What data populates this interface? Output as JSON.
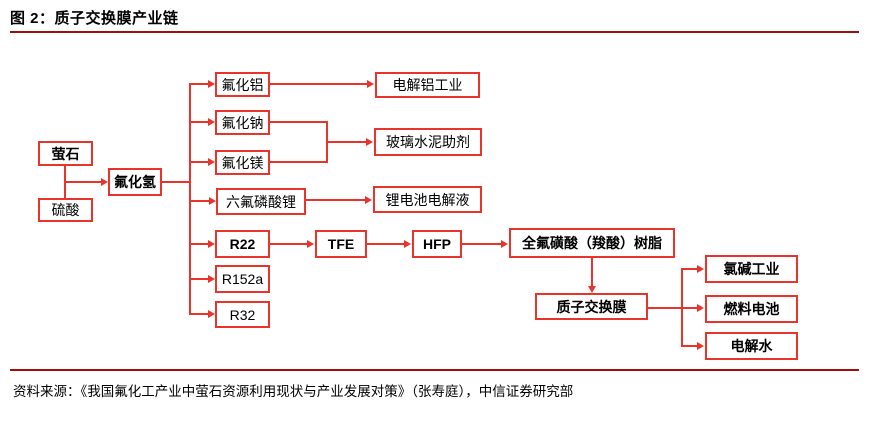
{
  "figure": {
    "title": "图 2：质子交换膜产业链",
    "source": "资料来源：《我国氟化工产业中萤石资源利用现状与产业发展对策》（张寿庭），中信证券研究部"
  },
  "colors": {
    "accent_red": "#e8342b",
    "rule_red": "#a00e0e",
    "text_black": "#000000"
  },
  "nodes": {
    "fluorite": {
      "label": "萤石",
      "bold": true
    },
    "sulfuric_acid": {
      "label": "硫酸",
      "bold": false
    },
    "hydrogen_fluoride": {
      "label": "氟化氢",
      "bold": true
    },
    "aluminum_fluoride": {
      "label": "氟化铝",
      "bold": false
    },
    "sodium_fluoride": {
      "label": "氟化钠",
      "bold": false
    },
    "magnesium_fluoride": {
      "label": "氟化镁",
      "bold": false
    },
    "lithium_hexafluorophosphate": {
      "label": "六氟磷酸锂",
      "bold": false
    },
    "r22": {
      "label": "R22",
      "bold": true
    },
    "r152a": {
      "label": "R152a",
      "bold": false
    },
    "r32": {
      "label": "R32",
      "bold": false
    },
    "electrolytic_aluminum_industry": {
      "label": "电解铝工业",
      "bold": false
    },
    "glass_cement_additive": {
      "label": "玻璃水泥助剂",
      "bold": false
    },
    "lithium_battery_electrolyte": {
      "label": "锂电池电解液",
      "bold": false
    },
    "tfe": {
      "label": "TFE",
      "bold": true
    },
    "hfp": {
      "label": "HFP",
      "bold": true
    },
    "pfsa_resin": {
      "label": "全氟磺酸（羧酸）树脂",
      "bold": true
    },
    "proton_exchange_membrane": {
      "label": "质子交换膜",
      "bold": true
    },
    "chlor_alkali_industry": {
      "label": "氯碱工业",
      "bold": true
    },
    "fuel_cell": {
      "label": "燃料电池",
      "bold": true
    },
    "water_electrolysis": {
      "label": "电解水",
      "bold": true
    }
  },
  "edges": [
    {
      "from": "萤石",
      "to": "氟化氢"
    },
    {
      "from": "硫酸",
      "to": "氟化氢"
    },
    {
      "from": "氟化氢",
      "to": "氟化铝"
    },
    {
      "from": "氟化氢",
      "to": "氟化钠"
    },
    {
      "from": "氟化氢",
      "to": "氟化镁"
    },
    {
      "from": "氟化氢",
      "to": "六氟磷酸锂"
    },
    {
      "from": "氟化氢",
      "to": "R22"
    },
    {
      "from": "氟化氢",
      "to": "R152a"
    },
    {
      "from": "氟化氢",
      "to": "R32"
    },
    {
      "from": "氟化铝",
      "to": "电解铝工业"
    },
    {
      "from": "氟化钠",
      "to": "玻璃水泥助剂"
    },
    {
      "from": "氟化镁",
      "to": "玻璃水泥助剂"
    },
    {
      "from": "六氟磷酸锂",
      "to": "锂电池电解液"
    },
    {
      "from": "R22",
      "to": "TFE"
    },
    {
      "from": "TFE",
      "to": "HFP"
    },
    {
      "from": "HFP",
      "to": "全氟磺酸（羧酸）树脂"
    },
    {
      "from": "全氟磺酸（羧酸）树脂",
      "to": "质子交换膜"
    },
    {
      "from": "质子交换膜",
      "to": "氯碱工业"
    },
    {
      "from": "质子交换膜",
      "to": "燃料电池"
    },
    {
      "from": "质子交换膜",
      "to": "电解水"
    }
  ]
}
